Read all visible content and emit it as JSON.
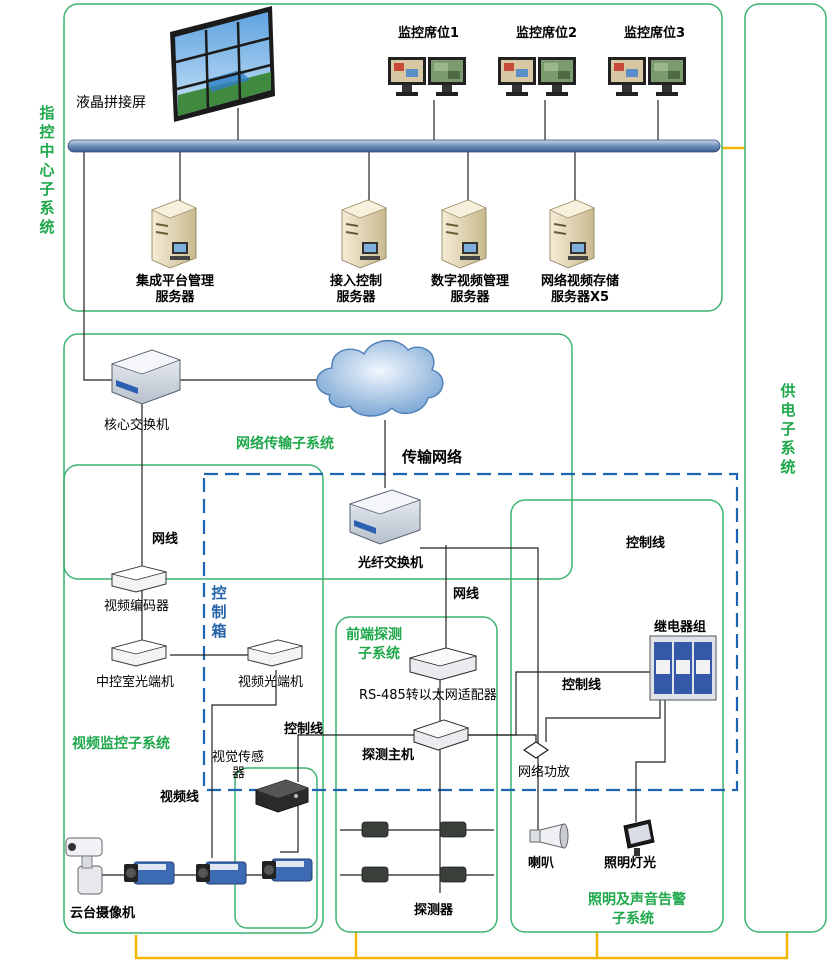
{
  "subsystems": {
    "command_center": "指控中心子系统",
    "network": "网络传输子系统",
    "video": "视频监控子系统",
    "frontend": "前端探测子系统",
    "frontend_line2": "子系统",
    "frontend_line1": "前端探测",
    "lighting_line1": "照明及声音告警",
    "lighting_line2": "子系统",
    "power": "供电子系统",
    "control_box": "控制箱"
  },
  "command_center": {
    "video_wall": "液晶拼接屏",
    "monitors": [
      "监控席位1",
      "监控席位2",
      "监控席位3"
    ],
    "servers": [
      {
        "line1": "集成平台管理",
        "line2": "服务器"
      },
      {
        "line1": "接入控制",
        "line2": "服务器"
      },
      {
        "line1": "数字视频管理",
        "line2": "服务器"
      },
      {
        "line1": "网络视频存储",
        "line2": "服务器X5"
      }
    ]
  },
  "network": {
    "core_switch": "核心交换机",
    "transport_network": "传输网络",
    "fiber_switch": "光纤交换机"
  },
  "video": {
    "network_cable": "网线",
    "video_encoder": "视频编码器",
    "central_optical": "中控室光端机",
    "video_optical": "视频光端机",
    "control_cable": "控制线",
    "visual_sensor_line1": "视觉传感",
    "visual_sensor_line2": "器",
    "video_cable": "视频线",
    "ptz_camera": "云台摄像机"
  },
  "frontend": {
    "network_cable": "网线",
    "adapter": "RS-485转以太网适配器",
    "detection_host": "探测主机",
    "detector": "探测器"
  },
  "lighting": {
    "control_cable_top": "控制线",
    "relay_group": "继电器组",
    "control_cable_mid": "控制线",
    "network_amplifier": "网络功放",
    "speaker": "喇叭",
    "lighting": "照明灯光"
  },
  "colors": {
    "green_border": "#3cb371",
    "green_text": "#1fa84b",
    "blue_dash": "#1f64b0",
    "power_line": "#f2b705",
    "bus": "#7f9cc3"
  }
}
